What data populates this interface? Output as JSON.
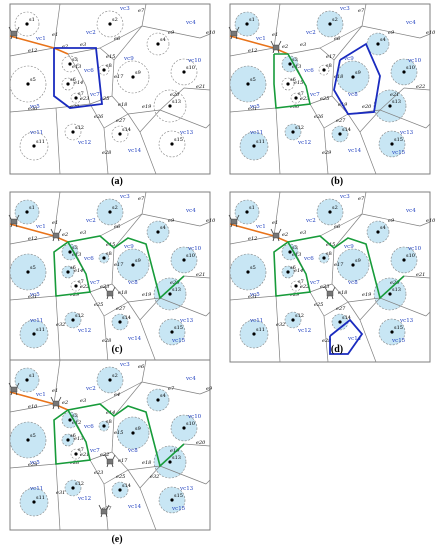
{
  "colors": {
    "frame": "#7f7f7f",
    "edge": "#808080",
    "sensor_fill": "#c8e6f4",
    "sensor_stroke": "#808080",
    "region_label": "#1f3fbf",
    "path_orange": "#e8731a",
    "path_green": "#179b3a",
    "path_blue": "#1a2bbf",
    "text": "#000000"
  },
  "panels": [
    {
      "caption": "(a)",
      "sensors": [
        {
          "label": "s1"
        },
        {
          "label": "s2"
        },
        {
          "label": "s3"
        },
        {
          "label": "s4"
        },
        {
          "label": "s5"
        },
        {
          "label": "s6"
        },
        {
          "label": "s7"
        },
        {
          "label": "s8"
        },
        {
          "label": "s9"
        },
        {
          "label": "s10"
        },
        {
          "label": "s11"
        },
        {
          "label": "s12"
        },
        {
          "label": "s13"
        },
        {
          "label": "s14"
        },
        {
          "label": "s15"
        }
      ],
      "regions": [
        "vc1",
        "vc2",
        "vc3",
        "vc4",
        "vc5",
        "vc6",
        "vc7",
        "vc9",
        "vc10",
        "vc11",
        "vc12",
        "vc13",
        "vc14"
      ],
      "edges": [
        "e1",
        "e2",
        "e3",
        "e6",
        "e7",
        "e9",
        "e10",
        "e12",
        "e13",
        "e14",
        "e15",
        "e17",
        "e18",
        "e19",
        "e20",
        "e21",
        "e23",
        "e25",
        "e26",
        "e27",
        "e28",
        "e29",
        "e30"
      ],
      "paths": {
        "orange": true,
        "green": false,
        "blue": "a"
      }
    },
    {
      "caption": "(b)",
      "sensors": [
        {
          "label": "s1"
        },
        {
          "label": "s2"
        },
        {
          "label": "s3"
        },
        {
          "label": "s4"
        },
        {
          "label": "s5"
        },
        {
          "label": "s6"
        },
        {
          "label": "s7"
        },
        {
          "label": "s8"
        },
        {
          "label": "s9"
        },
        {
          "label": "s10"
        },
        {
          "label": "s11"
        },
        {
          "label": "s12"
        },
        {
          "label": "s13"
        },
        {
          "label": "s14"
        },
        {
          "label": "s15"
        }
      ],
      "regions": [
        "vc1",
        "vc2",
        "vc3",
        "vc4",
        "vc5",
        "vc6",
        "vc7",
        "vc8",
        "vc9",
        "vc10",
        "vc11",
        "vc12",
        "vc13",
        "vc14",
        "vc15"
      ],
      "edges": [
        "e1",
        "e2",
        "e3",
        "e6",
        "e7",
        "e9",
        "e10",
        "e12",
        "e13",
        "e15",
        "e17",
        "e18",
        "e19",
        "e20",
        "e21",
        "e22",
        "e23",
        "e25",
        "e26",
        "e27",
        "e29",
        "e30",
        "e31"
      ],
      "paths": {
        "orange": true,
        "green": "b",
        "blue": "b"
      }
    },
    {
      "caption": "(c)",
      "sensors": [
        {
          "label": "s1"
        },
        {
          "label": "s2"
        },
        {
          "label": "s3"
        },
        {
          "label": "s4"
        },
        {
          "label": "s5"
        },
        {
          "label": "s6"
        },
        {
          "label": "s7"
        },
        {
          "label": "s8"
        },
        {
          "label": "s9"
        },
        {
          "label": "s10"
        },
        {
          "label": "s11"
        },
        {
          "label": "s12"
        },
        {
          "label": "s13"
        },
        {
          "label": "s14"
        },
        {
          "label": "s15"
        }
      ],
      "regions": [
        "vc1",
        "vc2",
        "vc3",
        "vc4",
        "vc5",
        "vc6",
        "vc7",
        "vc8",
        "vc9",
        "vc10",
        "vc11",
        "vc12",
        "vc13",
        "vc14",
        "vc15"
      ],
      "edges": [
        "e1",
        "e2",
        "e3",
        "e6",
        "e7",
        "e9",
        "e10",
        "e12",
        "e13",
        "e14",
        "e15",
        "e17",
        "e18",
        "e19",
        "e20",
        "e21",
        "e22",
        "e23",
        "e25",
        "e27",
        "e28",
        "e29",
        "e31",
        "e32"
      ],
      "paths": {
        "orange": true,
        "green": "c",
        "blue": false
      }
    },
    {
      "caption": "(d)",
      "sensors": [
        {
          "label": "s1"
        },
        {
          "label": "s2"
        },
        {
          "label": "s3"
        },
        {
          "label": "s4"
        },
        {
          "label": "s5"
        },
        {
          "label": "s6"
        },
        {
          "label": "s7"
        },
        {
          "label": "s8"
        },
        {
          "label": "s9"
        },
        {
          "label": "s10"
        },
        {
          "label": "s11"
        },
        {
          "label": "s12"
        },
        {
          "label": "s13"
        },
        {
          "label": "s14"
        },
        {
          "label": "s15"
        }
      ],
      "regions": [
        "vc1",
        "vc2",
        "vc3",
        "vc4",
        "vc5",
        "vc6",
        "vc7",
        "vc8",
        "vc9",
        "vc10",
        "vc11",
        "vc12",
        "vc13",
        "vc14",
        "vc15"
      ],
      "edges": [
        "e1",
        "e2",
        "e3",
        "e6",
        "e7",
        "e9",
        "e10",
        "e12",
        "e13",
        "e14",
        "e15",
        "e17",
        "e18",
        "e19",
        "e20",
        "e21",
        "e22",
        "e23",
        "e25",
        "e27",
        "e28",
        "e29",
        "e31",
        "e32"
      ],
      "paths": {
        "orange": true,
        "green": "c",
        "blue": "d"
      }
    },
    {
      "caption": "(e)",
      "sensors": [
        {
          "label": "s1"
        },
        {
          "label": "s2"
        },
        {
          "label": "s3"
        },
        {
          "label": "s4"
        },
        {
          "label": "s5"
        },
        {
          "label": "s6"
        },
        {
          "label": "s7"
        },
        {
          "label": "s8"
        },
        {
          "label": "s9"
        },
        {
          "label": "s10"
        },
        {
          "label": "s11"
        },
        {
          "label": "s12"
        },
        {
          "label": "s13"
        },
        {
          "label": "s14"
        },
        {
          "label": "s15"
        }
      ],
      "regions": [
        "vc1",
        "vc2",
        "vc3",
        "vc4",
        "vc5",
        "vc6",
        "vc7",
        "vc8",
        "vc10",
        "vc11",
        "vc12",
        "vc13",
        "vc14",
        "vc15"
      ],
      "edges": [
        "e1",
        "e2",
        "e3",
        "e4",
        "e6",
        "e7",
        "e9",
        "e10",
        "e12",
        "e13",
        "e14",
        "e15",
        "e17",
        "e18",
        "e19",
        "e20",
        "e21",
        "e22",
        "e23",
        "e25",
        "e27",
        "e28",
        "e29",
        "e31",
        "e32"
      ],
      "paths": {
        "orange": true,
        "green": "e",
        "blue": false
      }
    }
  ]
}
